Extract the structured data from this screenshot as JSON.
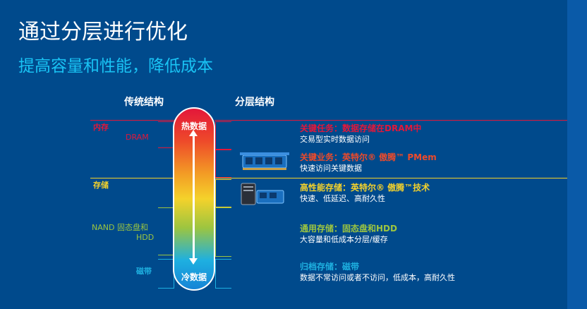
{
  "slide": {
    "title": "通过分层进行优化",
    "subtitle": "提高容量和性能，降低成本"
  },
  "columns": {
    "traditional": "传统结构",
    "tiered": "分层结构"
  },
  "left_labels": {
    "memory": "内存",
    "dram": "DRAM",
    "storage": "存储",
    "nand_line1": "NAND 固态盘和",
    "nand_line2": "HDD",
    "tape": "磁带"
  },
  "thermometer": {
    "hot": "热数据",
    "cold": "冷数据"
  },
  "tiers": [
    {
      "title": "关键任务：数据存储在DRAM中",
      "desc": "交易型实时数据访问"
    },
    {
      "title": "关键业务：英特尔® 傲腾™ PMem",
      "desc": "快速访问关键数据"
    },
    {
      "title": "高性能存储：英特尔® 傲腾™技术",
      "desc": "快速、低延迟、高耐久性"
    },
    {
      "title": "通用存储：固态盘和HDD",
      "desc": "大容量和低成本分层/缓存"
    },
    {
      "title": "归档存储：磁带",
      "desc": "数据不常访问或者不访问，低成本，高耐久性"
    }
  ],
  "colors": {
    "background": "#004a8c",
    "memory_red": "#e3173a",
    "storage_yellow": "#f4d22b",
    "nand_green": "#9cc540",
    "tape_cyan": "#1eb0e0",
    "subtitle_cyan": "#19c3f4"
  }
}
